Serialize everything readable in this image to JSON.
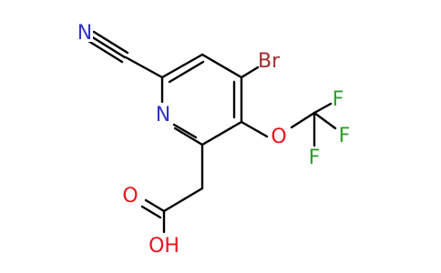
{
  "atoms": {
    "nitrile_n": {
      "text": "N",
      "color": "#3333cc"
    },
    "ring_n": {
      "text": "N",
      "color": "#3333cc"
    },
    "bromine": {
      "text": "Br",
      "color": "#a52a2a"
    },
    "ether_o": {
      "text": "O",
      "color": "#e8141d"
    },
    "fluorine_1": {
      "text": "F",
      "color": "#2e9e2e"
    },
    "fluorine_2": {
      "text": "F",
      "color": "#2e9e2e"
    },
    "fluorine_3": {
      "text": "F",
      "color": "#2e9e2e"
    },
    "carbonyl_o": {
      "text": "O",
      "color": "#e8141d"
    },
    "hydroxyl": {
      "text": "OH",
      "color": "#e8141d"
    }
  },
  "colors": {
    "bond": "#000000",
    "nitrogen": "#3333cc",
    "oxygen": "#e8141d",
    "bromine": "#a52a2a",
    "fluorine": "#2e9e2e"
  }
}
